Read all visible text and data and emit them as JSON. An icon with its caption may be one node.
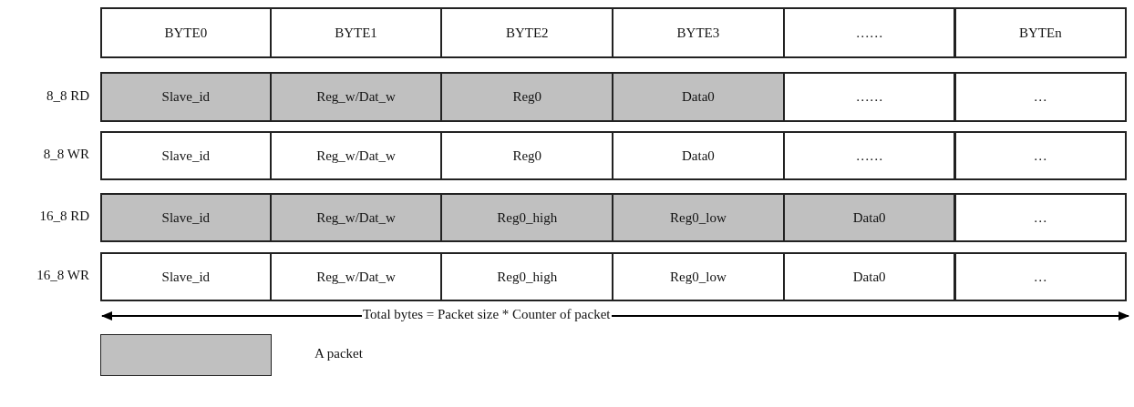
{
  "diagram": {
    "labels": [
      "BYTE0",
      "BYTE1",
      "BYTE2",
      "BYTE3",
      "……",
      "BYTEn",
      "8_8 RD",
      "Slave_id",
      "Reg_w/Dat_w",
      "Reg0",
      "Data0",
      "……",
      "…",
      "8_8 WR",
      "Slave_id",
      "Reg_w/Dat_w",
      "Reg0",
      "Data0",
      "……",
      "…",
      "16_8 RD",
      "Slave_id",
      "Reg_w/Dat_w",
      "Reg0_high",
      "Reg0_low",
      "Data0",
      "…",
      "16_8 WR",
      "Slave_id",
      "Reg_w/Dat_w",
      "Reg0_high",
      "Reg0_low",
      "Data0",
      "…",
      "Total bytes = Packet size * Counter of packet"
    ],
    "legend": [
      {
        "text": "A packet",
        "color": "#c0c0c0"
      }
    ]
  }
}
